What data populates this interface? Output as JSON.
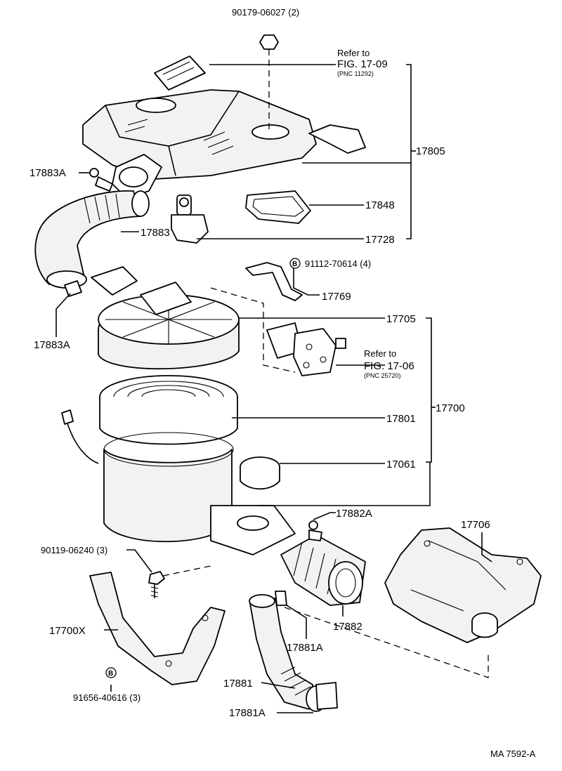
{
  "labels": {
    "p90179": "90179-06027 (2)",
    "refer1": "Refer to",
    "fig1709": "FIG. 17-09",
    "pnc11292": "(PNC 11292)",
    "p17805": "17805",
    "p17883A_top": "17883A",
    "p17848": "17848",
    "p17883": "17883",
    "p17728": "17728",
    "circle_b": "B",
    "p91112": "91112-70614 (4)",
    "p17769": "17769",
    "p17883A_left": "17883A",
    "p17705": "17705",
    "refer2": "Refer to",
    "fig1706": "FIG. 17-06",
    "pnc25720": "(PNC 25720)",
    "p17700": "17700",
    "p17801": "17801",
    "p17061": "17061",
    "p17882A": "17882A",
    "p17706": "17706",
    "p90119": "90119-06240 (3)",
    "p17700X": "17700X",
    "p17882": "17882",
    "p17881A_mid": "17881A",
    "p17881": "17881",
    "p17881A_bot": "17881A",
    "p91656": "91656-40616 (3)",
    "code": "MA 7592-A"
  }
}
